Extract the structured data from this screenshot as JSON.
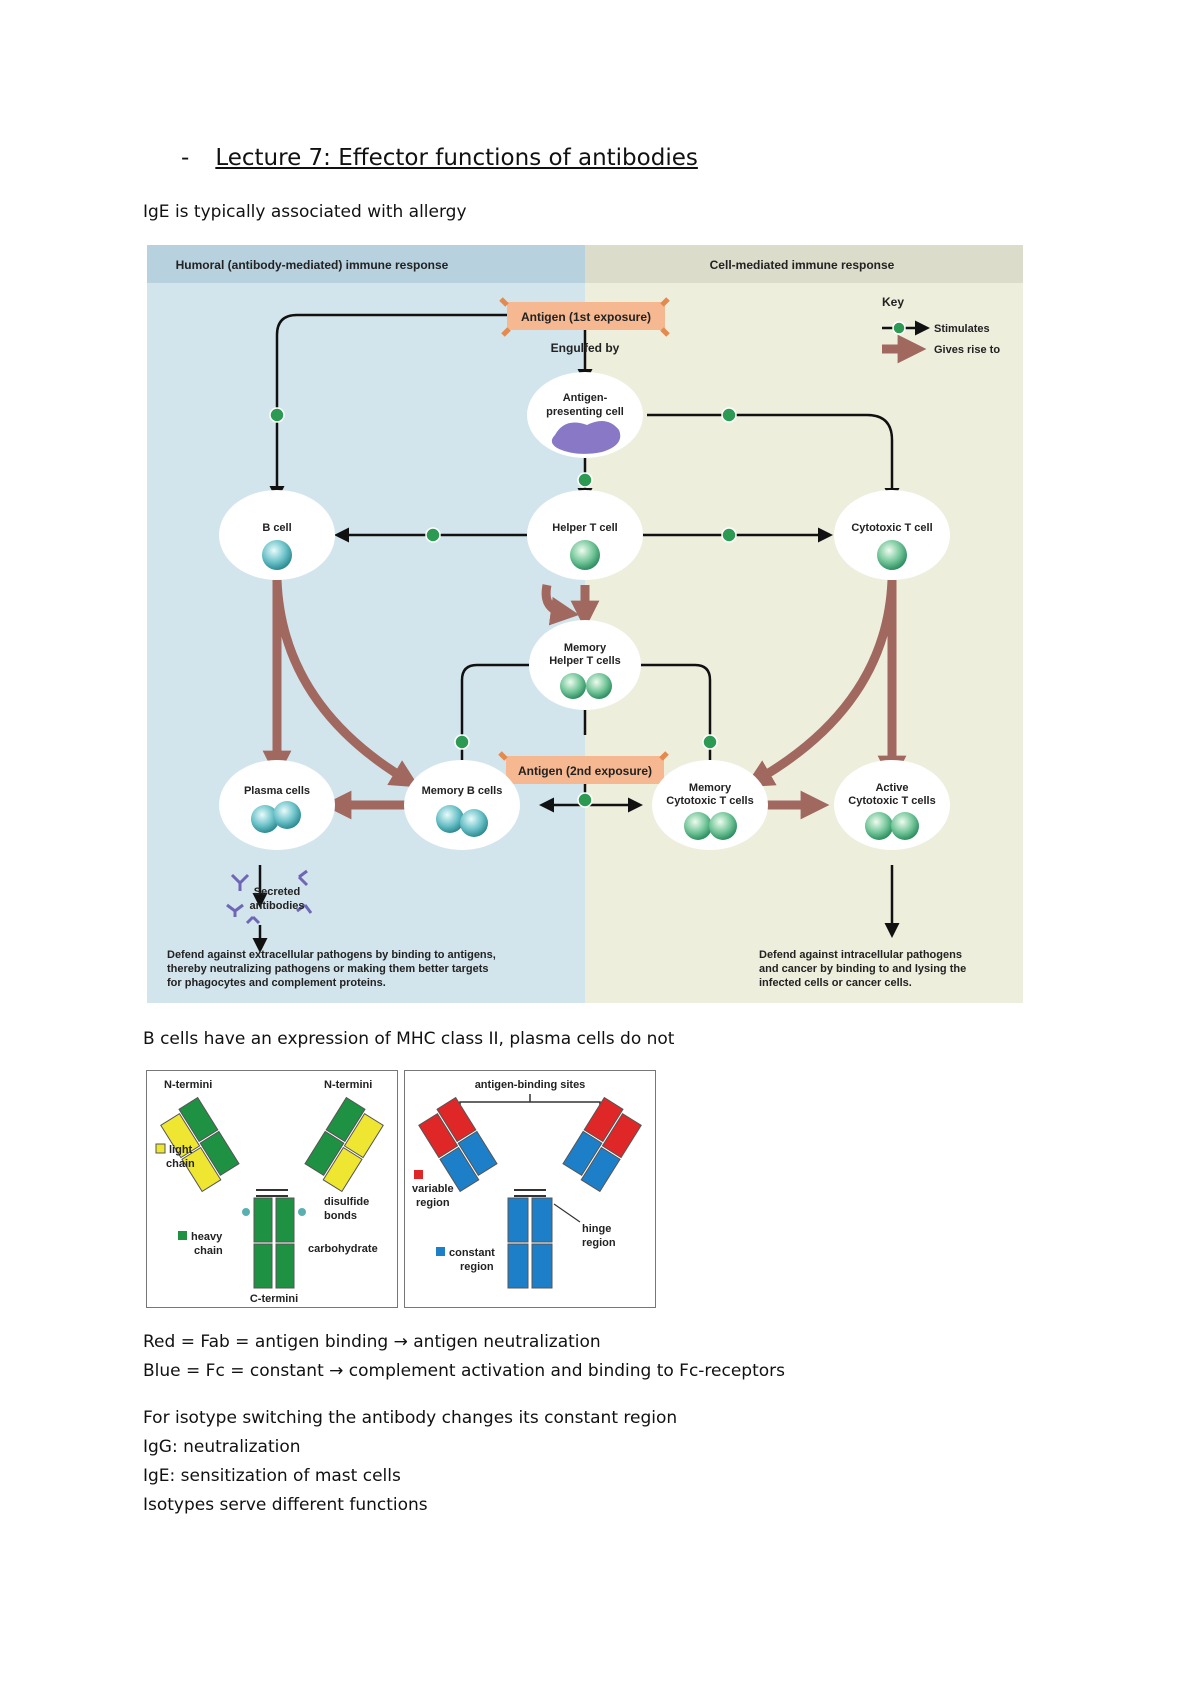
{
  "heading": {
    "bullet": "-",
    "title": "Lecture 7: Effector functions of antibodies"
  },
  "intro": "IgE is typically associated with allergy",
  "figure1": {
    "left_header": "Humoral (antibody-mediated) immune response",
    "right_header": "Cell-mediated immune response",
    "key": {
      "title": "Key",
      "stimulates": "Stimulates",
      "gives_rise": "Gives rise to"
    },
    "antigen1": "Antigen (1st exposure)",
    "engulfed": "Engulfed by",
    "apc": [
      "Antigen-",
      "presenting cell"
    ],
    "bcell": "B cell",
    "helper": "Helper T cell",
    "cytotoxic": "Cytotoxic T cell",
    "memory_helper": [
      "Memory",
      "Helper T cells"
    ],
    "antigen2": "Antigen (2nd exposure)",
    "plasma": "Plasma cells",
    "memory_b": "Memory B cells",
    "memory_cyto": [
      "Memory",
      "Cytotoxic T cells"
    ],
    "active_cyto": [
      "Active",
      "Cytotoxic T cells"
    ],
    "secreted": [
      "Secreted",
      "antibodies"
    ],
    "defend_left": [
      "Defend against extracellular pathogens by binding to antigens,",
      "thereby neutralizing pathogens or making them better targets",
      "for phagocytes and complement proteins."
    ],
    "defend_right": [
      "Defend against intracellular pathogens",
      "and cancer by binding to and lysing the",
      "infected cells or cancer cells."
    ]
  },
  "mhc_text": "B cells have an expression of MHC class II, plasma cells do not",
  "figure2": {
    "n_termini_left": "N-termini",
    "n_termini_right": "N-termini",
    "light_chain": [
      "light",
      "chain"
    ],
    "heavy_chain": [
      "heavy",
      "chain"
    ],
    "disulfide": [
      "disulfide",
      "bonds"
    ],
    "carbohydrate": "carbohydrate",
    "c_termini": "C-termini"
  },
  "figure3": {
    "binding_sites": "antigen-binding sites",
    "variable": [
      "variable",
      "region"
    ],
    "constant": [
      "constant",
      "region"
    ],
    "hinge": [
      "hinge",
      "region"
    ]
  },
  "notes": [
    "Red = Fab = antigen binding → antigen neutralization",
    "Blue = Fc = constant → complement activation and binding to Fc-receptors"
  ],
  "notes2": [
    "For isotype switching the antibody changes its constant region",
    "IgG: neutralization",
    "IgE: sensitization of mast cells",
    "Isotypes serve different functions"
  ],
  "colors": {
    "humoral_bg": "#d3e5ec",
    "cell_bg": "#eeeedd",
    "header_left": "#b7d2de",
    "header_right": "#dcdccb",
    "arrow": "#a1685f",
    "stimulate": "#2d9a54",
    "antigen_box": "#f6b890",
    "heavy": "#1f9142",
    "light": "#efe632",
    "variable": "#e02727",
    "constant": "#1e7fc9"
  }
}
